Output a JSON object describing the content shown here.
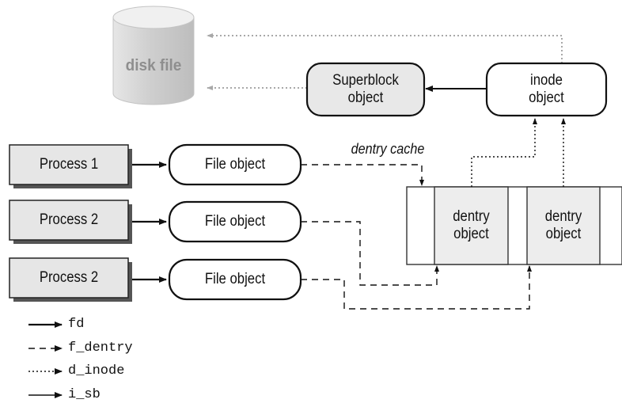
{
  "disk": {
    "label": "disk file"
  },
  "superblock": {
    "line1": "Superblock",
    "line2": "object"
  },
  "inode": {
    "line1": "inode",
    "line2": "object"
  },
  "processes": [
    {
      "label": "Process 1"
    },
    {
      "label": "Process 2"
    },
    {
      "label": "Process 2"
    }
  ],
  "file_objects": [
    {
      "label": "File object"
    },
    {
      "label": "File object"
    },
    {
      "label": "File object"
    }
  ],
  "dentry_cache": {
    "label": "dentry cache"
  },
  "dentries": [
    {
      "line1": "dentry",
      "line2": "object"
    },
    {
      "line1": "dentry",
      "line2": "object"
    }
  ],
  "legend": [
    {
      "style": "solid",
      "label": "fd"
    },
    {
      "style": "dashed",
      "label": "f_dentry"
    },
    {
      "style": "dotted",
      "label": "d_inode"
    },
    {
      "style": "solid",
      "label": "i_sb"
    }
  ],
  "colors": {
    "box_fill": "#e8e8e8",
    "dentry_fill": "#ededed",
    "disk_body": "#d6d6d6",
    "disk_top": "#eeeeee",
    "gray_link": "#a8a8a8",
    "line": "#111111"
  }
}
